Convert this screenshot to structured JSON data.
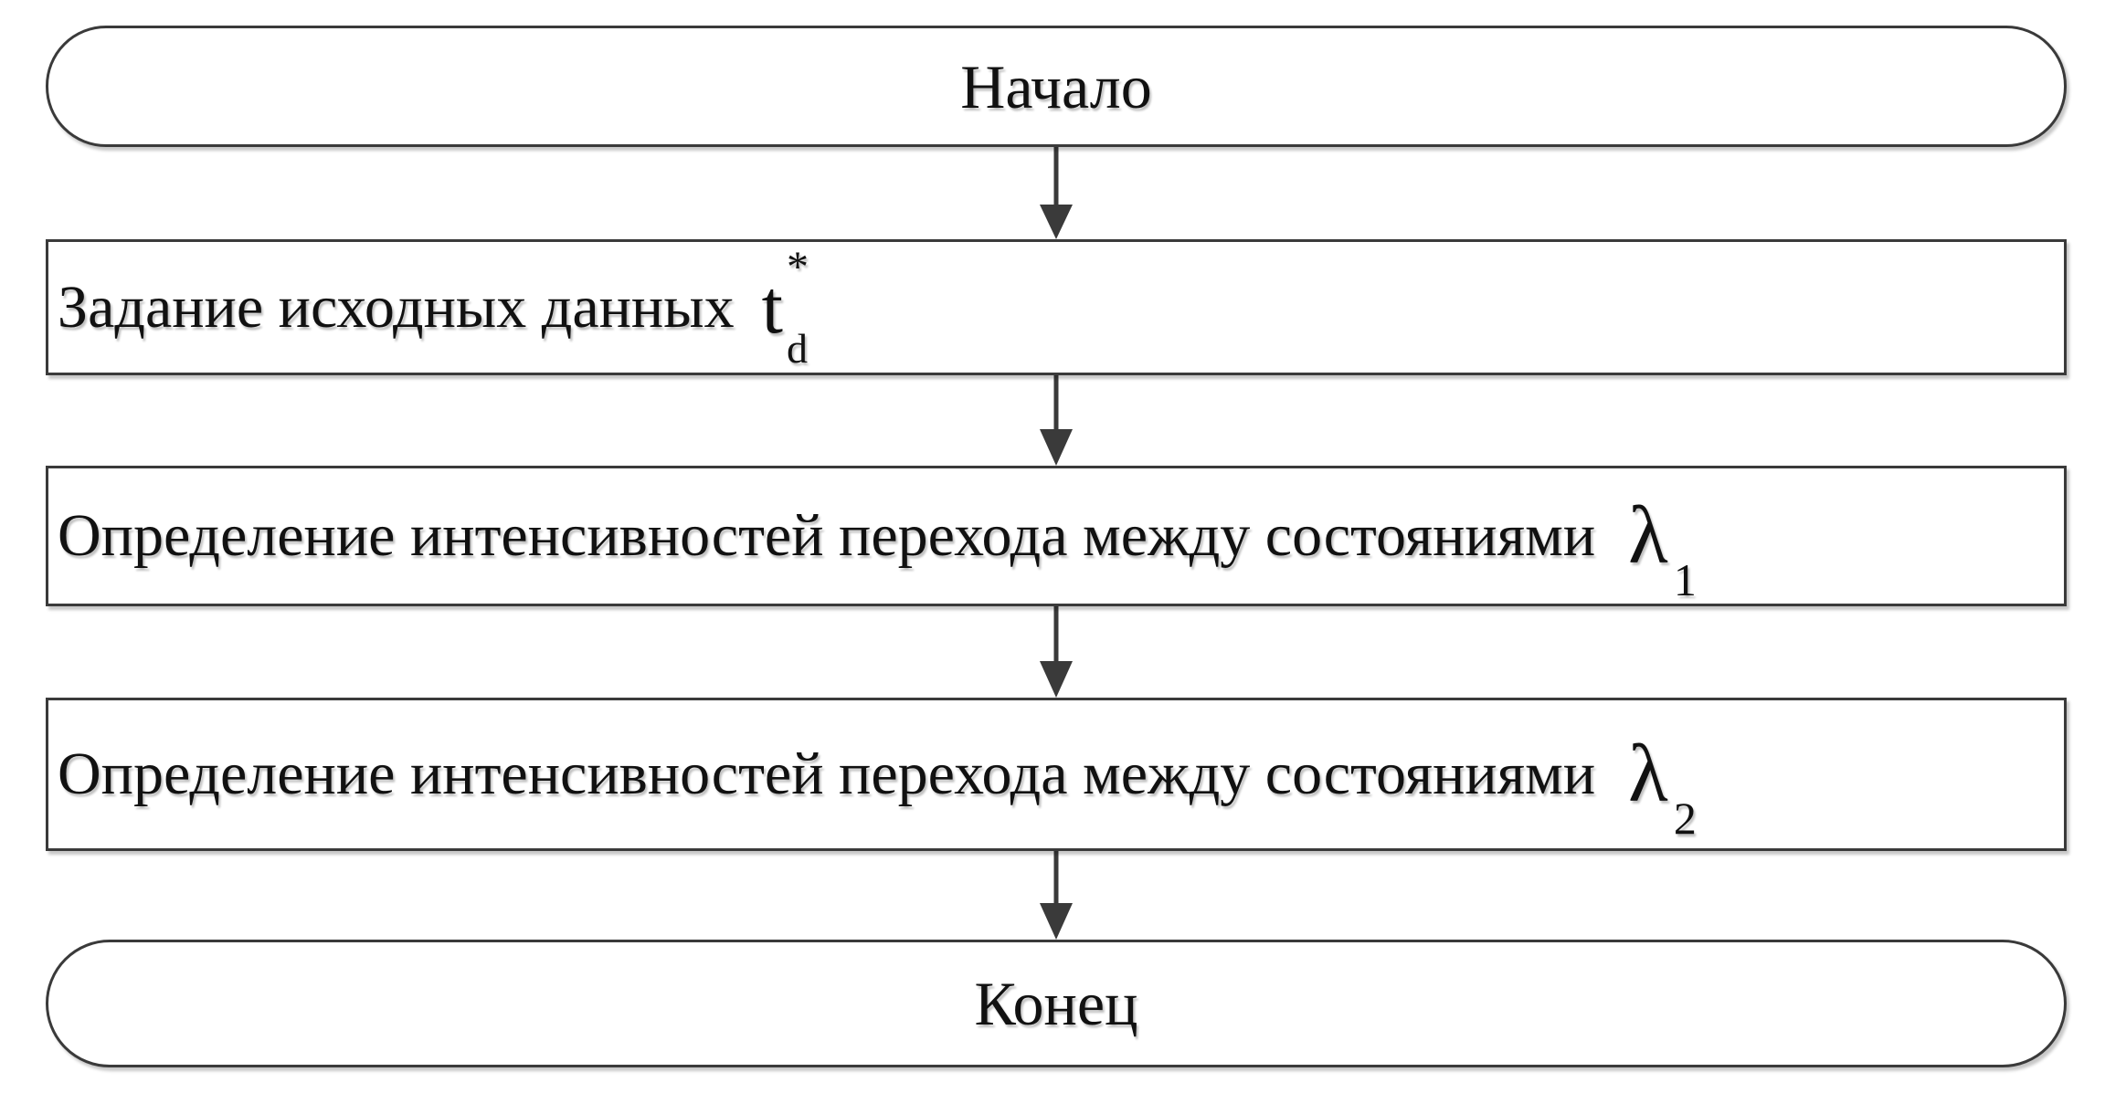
{
  "flowchart": {
    "start": {
      "label": "Начало"
    },
    "steps": [
      {
        "label": "Задание исходных данных",
        "symbol": "t",
        "sub": "d",
        "sup": "*"
      },
      {
        "label": "Определение интенсивностей перехода между состояниями",
        "symbol": "λ",
        "sub": "1",
        "sup": ""
      },
      {
        "label": "Определение интенсивностей перехода между состояниями",
        "symbol": "λ",
        "sub": "2",
        "sup": ""
      }
    ],
    "end": {
      "label": "Конец"
    }
  },
  "colors": {
    "stroke": "#3a3a3a",
    "text": "#111111",
    "background": "#ffffff"
  }
}
